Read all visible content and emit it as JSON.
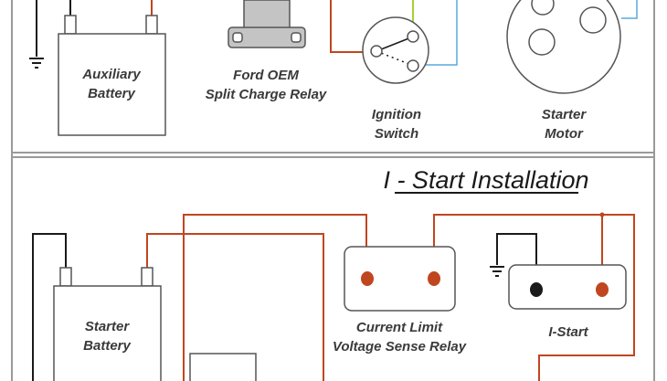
{
  "colors": {
    "background": "#ffffff",
    "panel_border": "#9a9a9a",
    "wire_black": "#1a1a1a",
    "wire_red": "#c0461f",
    "wire_blue": "#5aa9dd",
    "wire_green": "#a6d233",
    "terminal_red": "#c0461f",
    "terminal_black": "#1a1a1a",
    "relay_fill": "#c4c4c4",
    "label_text": "#3a3a3a"
  },
  "top_panel": {
    "components": [
      {
        "id": "auxiliary-battery",
        "label_lines": [
          "Auxiliary",
          "Battery"
        ]
      },
      {
        "id": "split-charge-relay",
        "label_lines": [
          "Ford OEM",
          "Split Charge Relay"
        ]
      },
      {
        "id": "ignition-switch",
        "label_lines": [
          "Ignition",
          "Switch"
        ]
      },
      {
        "id": "starter-motor",
        "label_lines": [
          "Starter",
          "Motor"
        ]
      }
    ]
  },
  "bottom_panel": {
    "title": "I - Start Installation",
    "components": [
      {
        "id": "starter-battery",
        "label_lines": [
          "Starter",
          "Battery"
        ]
      },
      {
        "id": "voltage-sense-relay",
        "label_lines": [
          "Current Limit",
          "Voltage Sense Relay"
        ]
      },
      {
        "id": "i-start",
        "label_lines": [
          "I-Start"
        ]
      }
    ]
  }
}
